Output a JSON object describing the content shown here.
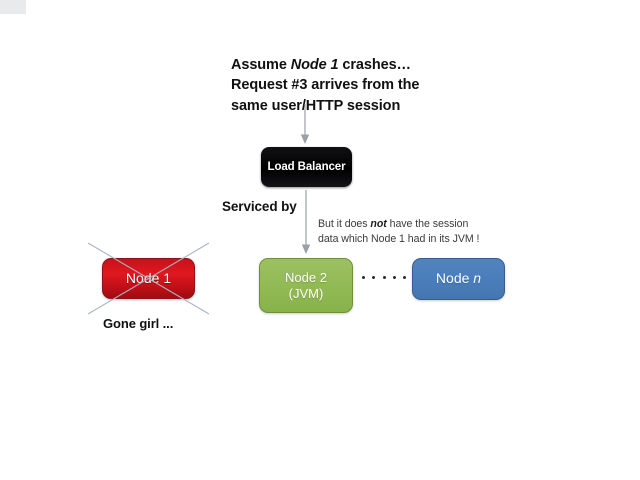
{
  "diagram": {
    "title": "Load balancer session failover",
    "background_color": "#ffffff",
    "caption_top": "Assume Node 1 crashes…\nRequest #3 arrives from the\nsame user/HTTP session",
    "caption_top_emphasis": "Node 1",
    "load_balancer": {
      "label": "Load Balancer",
      "fill_color": "#000000",
      "text_color": "#ffffff"
    },
    "serviced_by_label": "Serviced by",
    "side_note": "But it does not have the session\ndata which Node 1 had in its JVM !",
    "side_note_emphasis": "not",
    "nodes": [
      {
        "id": "node-1",
        "label": "Node 1",
        "fill_color": "#d0121b",
        "border_color": "#8e1118",
        "text_color": "#ffffff",
        "state": "crashed",
        "crossed_out": true,
        "footnote": "Gone girl ..."
      },
      {
        "id": "node-2",
        "label": "Node 2\n(JVM)",
        "fill_color": "#92ba55",
        "border_color": "#6f8f3c",
        "text_color": "#ffffff",
        "state": "serving",
        "crossed_out": false
      },
      {
        "id": "node-n",
        "label_prefix": "Node ",
        "label_italic": "n",
        "fill_color": "#4a7ebb",
        "border_color": "#355d91",
        "text_color": "#ffffff",
        "state": "idle",
        "crossed_out": false
      }
    ],
    "ellipsis_dot_count": 5,
    "arrows": [
      {
        "id": "arrow-request-to-lb",
        "from": "request-caption",
        "to": "load-balancer",
        "direction": "down",
        "color": "#9aa0a6"
      },
      {
        "id": "arrow-lb-to-node2",
        "from": "load-balancer",
        "to": "node-2",
        "direction": "down",
        "color": "#9aa0a6"
      }
    ],
    "strike_color": "#a9b4c4"
  }
}
